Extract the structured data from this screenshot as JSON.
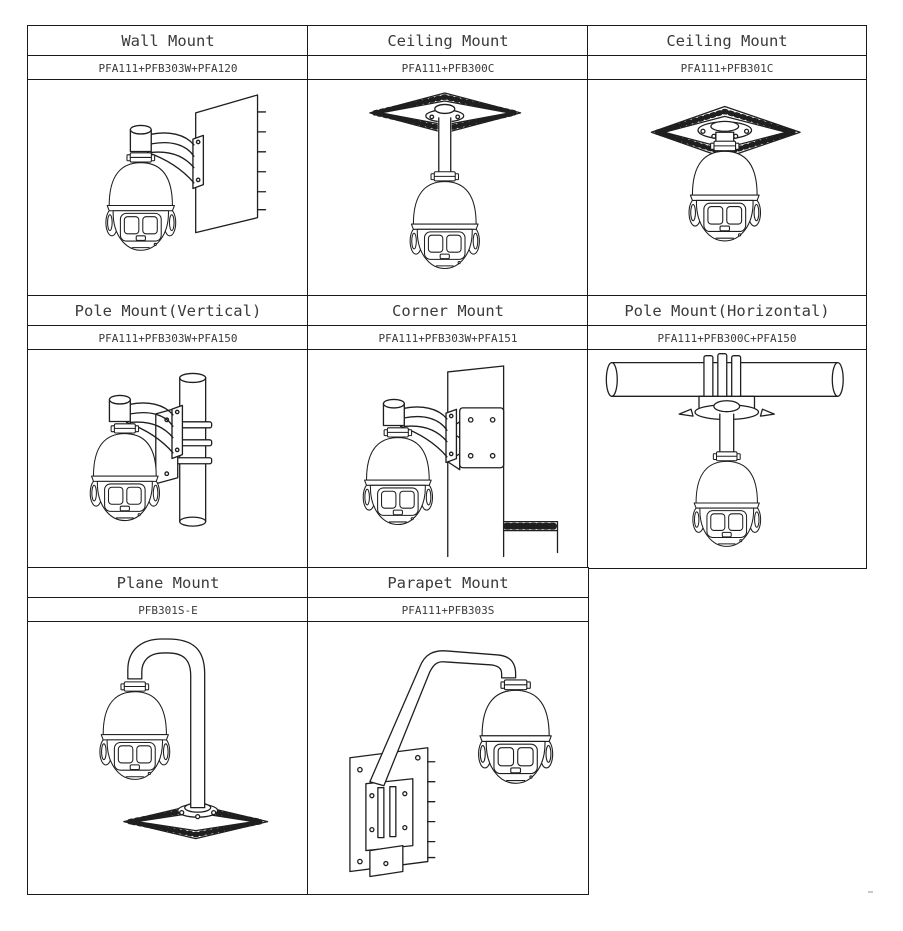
{
  "page": {
    "background": "#ffffff",
    "line_color": "#1f1f1f",
    "text_color": "#3a3a3a"
  },
  "mounts": [
    {
      "title": "Wall Mount",
      "parts": "PFA111+PFB303W+PFA120",
      "diagram": "wall-mount"
    },
    {
      "title": "Ceiling Mount",
      "parts": "PFA111+PFB300C",
      "diagram": "ceiling-mount-long"
    },
    {
      "title": "Ceiling Mount",
      "parts": "PFA111+PFB301C",
      "diagram": "ceiling-mount-short"
    },
    {
      "title": "Pole Mount(Vertical)",
      "parts": "PFA111+PFB303W+PFA150",
      "diagram": "pole-mount-vertical"
    },
    {
      "title": "Corner Mount",
      "parts": "PFA111+PFB303W+PFA151",
      "diagram": "corner-mount"
    },
    {
      "title": "Pole Mount(Horizontal)",
      "parts": "PFA111+PFB300C+PFA150",
      "diagram": "pole-mount-horizontal"
    },
    {
      "title": "Plane Mount",
      "parts": "PFB301S-E",
      "diagram": "plane-mount"
    },
    {
      "title": "Parapet Mount",
      "parts": "PFA111+PFB303S",
      "diagram": "parapet-mount"
    }
  ]
}
